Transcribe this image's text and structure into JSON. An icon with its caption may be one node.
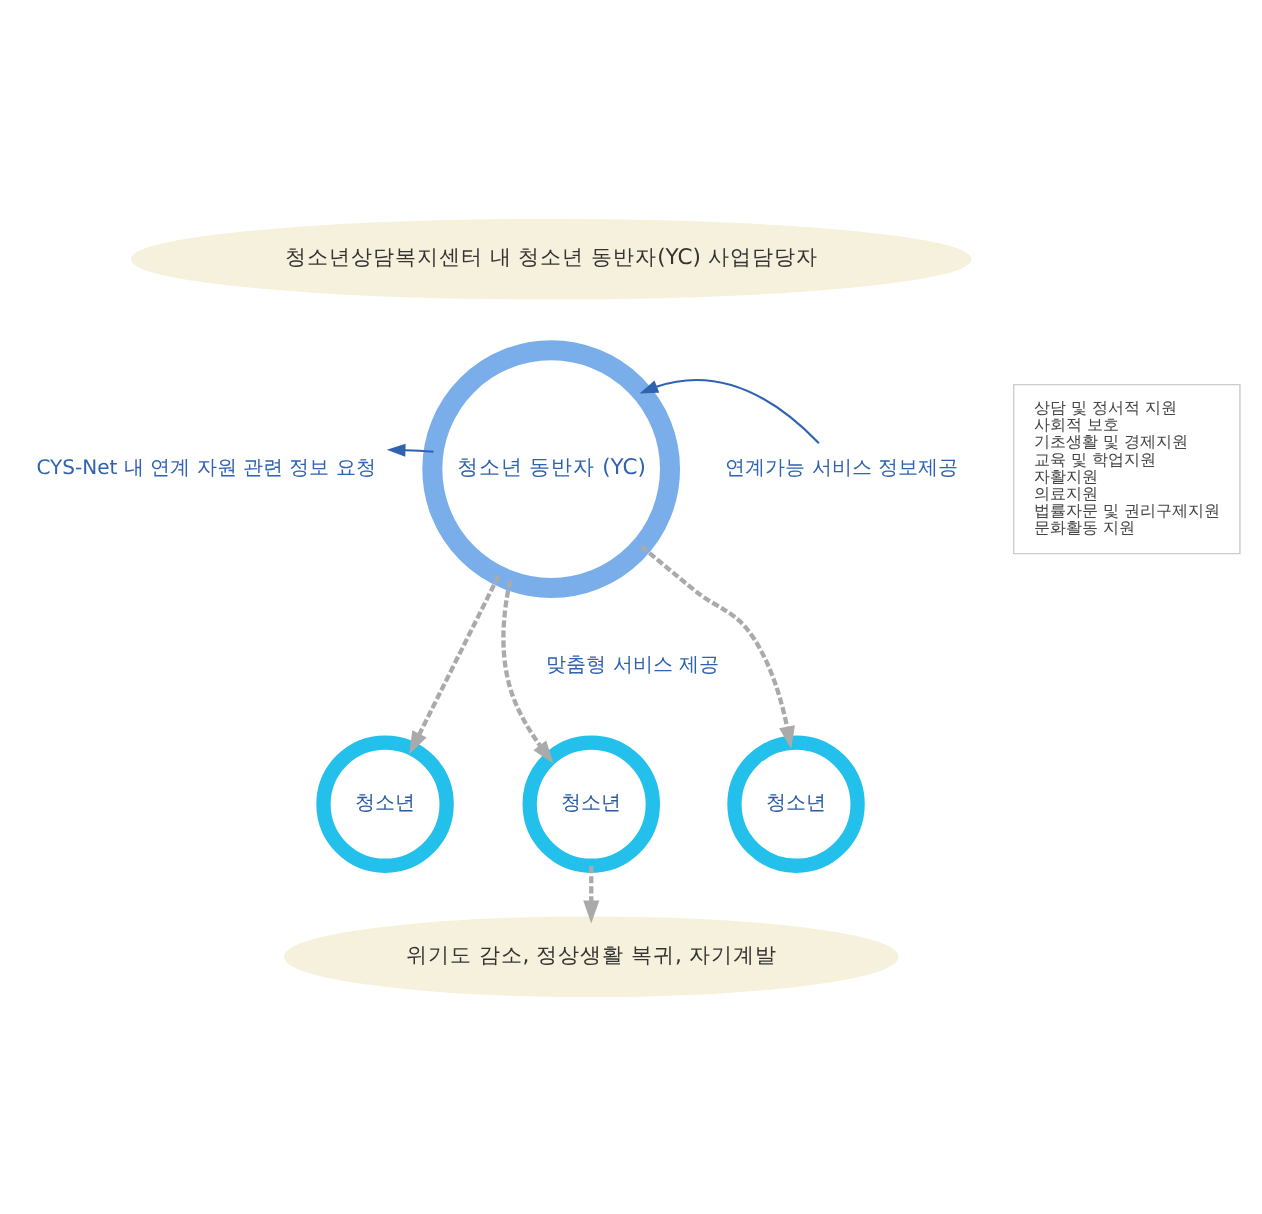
{
  "diagram": {
    "nodes": [
      {
        "text": [
          "청소년상담복지센터 내 청소년 동반자(YC) 사업담당자"
        ]
      },
      {
        "text": [
          "CYS-Net 내 연계 자원 관련 정보 요청"
        ]
      },
      {
        "text": [
          "청소년 동반자 (YC)"
        ]
      },
      {
        "text": [
          "연계가능 서비스 정보제공"
        ]
      },
      {
        "text": [
          "상담 및 정서적 지원",
          "사회적 보호",
          "기초생활 및 경제지원",
          "교육 및 학업지원",
          "자활지원",
          "의료지원",
          "법률자문 및 권리구제지원",
          "문화활동 지원"
        ]
      },
      {
        "text": [
          "청소년"
        ]
      },
      {
        "text": [
          "청소년"
        ]
      },
      {
        "text": [
          "청소년"
        ]
      },
      {
        "text": [
          "위기도 감소, 정상생활 복귀, 자기계발"
        ]
      }
    ],
    "edges": [
      {
        "from": 2,
        "to": 1,
        "arrow": "to",
        "color": "#2f62b0"
      },
      {
        "from": 3,
        "to": 2,
        "arrow": "to",
        "color": "#2f62b0"
      },
      {
        "from": 2,
        "to": 5,
        "arrow": "to",
        "style": "dashed"
      },
      {
        "from": 2,
        "to": 6,
        "arrow": "to",
        "style": "dashed"
      },
      {
        "from": 2,
        "to": 7,
        "arrow": "to",
        "style": "dashed"
      },
      {
        "from": 6,
        "to": 8,
        "arrow": "to",
        "style": "dashed"
      }
    ],
    "labels": [
      "맞춤형 서비스 제공"
    ]
  }
}
